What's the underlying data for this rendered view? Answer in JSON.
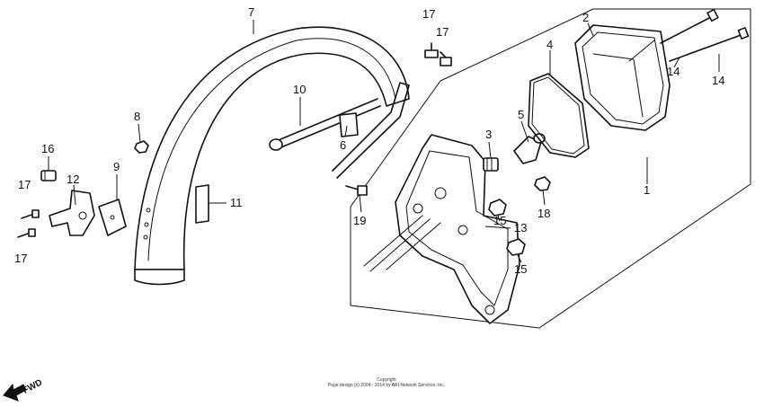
{
  "labels": {
    "p1": "1",
    "p2": "2",
    "p3": "3",
    "p4": "4",
    "p5": "5",
    "p6": "6",
    "p7": "7",
    "p8": "8",
    "p9": "9",
    "p10": "10",
    "p11": "11",
    "p12": "12",
    "p13": "13",
    "p14a": "14",
    "p14b": "14",
    "p15a": "15",
    "p15b": "15",
    "p16": "16",
    "p17a": "17",
    "p17b": "17",
    "p17c": "17",
    "p17d": "17",
    "p18": "18",
    "p19": "19"
  },
  "fwd": "FWD",
  "copyright": {
    "line1": "Copyright",
    "line2": "Page design (c) 2004 - 2014 by ARI Network Services, Inc."
  }
}
